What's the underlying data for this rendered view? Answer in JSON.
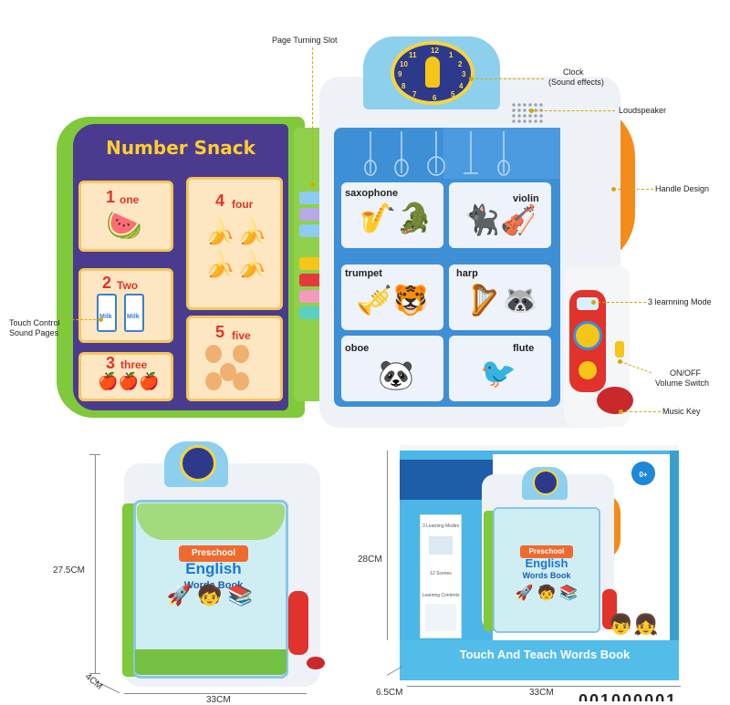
{
  "callouts": {
    "page_turning_slot": "Page Turning Slot",
    "clock_line1": "Clock",
    "clock_line2": "(Sound effects)",
    "loudspeaker": "Loudspeaker",
    "handle_design": "Handle Design",
    "learning_mode": "3 learnning Mode",
    "touch_line1": "Touch Control",
    "touch_line2": "Sound Pages",
    "onoff_line1": "ON/OFF",
    "onoff_line2": "Volume Switch",
    "music_key": "Music Key"
  },
  "left_page": {
    "title": "Number Snack",
    "cards": [
      {
        "num": "1",
        "word": "one"
      },
      {
        "num": "2",
        "word": "Two"
      },
      {
        "num": "3",
        "word": "three"
      },
      {
        "num": "4",
        "word": "four"
      },
      {
        "num": "5",
        "word": "five"
      }
    ],
    "milk_label": "Milk"
  },
  "right_page": {
    "tiles": [
      "saxophone",
      "violin",
      "trumpet",
      "harp",
      "oboe",
      "flute"
    ]
  },
  "clock_numbers": [
    "12",
    "1",
    "2",
    "3",
    "11",
    "10",
    "9",
    "8",
    "7",
    "6",
    "5",
    "4"
  ],
  "small_book": {
    "banner": "Preschool",
    "english": "English",
    "words": "Words Book"
  },
  "dimensions": {
    "height": "27.5CM",
    "depth": "4CM",
    "width_cut": "33CM",
    "box_height": "28CM",
    "box_depth": "6.5CM",
    "box_width": "33CM"
  },
  "box": {
    "title": "Touch And Teach Words Book",
    "badge": "0+",
    "card_items": [
      "3 Learning Modes",
      "12 Scenes",
      "Learning Contents"
    ],
    "bottom_code": "001000001"
  },
  "colors": {
    "lime": "#7fc93a",
    "purple": "#4a3b8f",
    "blue": "#3d8fd6",
    "orange": "#f58b1a",
    "red": "#e1322b",
    "callout_line": "#d8a800"
  }
}
